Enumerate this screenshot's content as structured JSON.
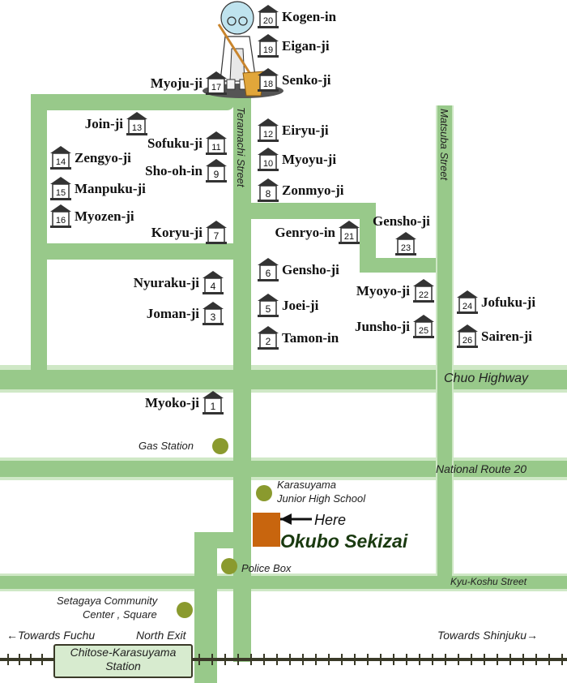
{
  "temples": [
    {
      "num": "20",
      "name": "Kogen-in"
    },
    {
      "num": "19",
      "name": "Eigan-ji"
    },
    {
      "num": "18",
      "name": "Senko-ji"
    },
    {
      "num": "17",
      "name": "Myoju-ji"
    },
    {
      "num": "13",
      "name": "Join-ji"
    },
    {
      "num": "11",
      "name": "Sofuku-ji"
    },
    {
      "num": "14",
      "name": "Zengyo-ji"
    },
    {
      "num": "9",
      "name": "Sho-oh-in"
    },
    {
      "num": "15",
      "name": "Manpuku-ji"
    },
    {
      "num": "16",
      "name": "Myozen-ji"
    },
    {
      "num": "7",
      "name": "Koryu-ji"
    },
    {
      "num": "12",
      "name": "Eiryu-ji"
    },
    {
      "num": "10",
      "name": "Myoyu-ji"
    },
    {
      "num": "8",
      "name": "Zonmyo-ji"
    },
    {
      "num": "21",
      "name": "Genryo-in"
    },
    {
      "num": "23",
      "name": "Gensho-ji"
    },
    {
      "num": "6",
      "name": "Gensho-ji"
    },
    {
      "num": "5",
      "name": "Joei-ji"
    },
    {
      "num": "2",
      "name": "Tamon-in"
    },
    {
      "num": "22",
      "name": "Myoyo-ji"
    },
    {
      "num": "25",
      "name": "Junsho-ji"
    },
    {
      "num": "24",
      "name": "Jofuku-ji"
    },
    {
      "num": "26",
      "name": "Sairen-ji"
    },
    {
      "num": "4",
      "name": "Nyuraku-ji"
    },
    {
      "num": "3",
      "name": "Joman-ji"
    },
    {
      "num": "1",
      "name": "Myoko-ji"
    }
  ],
  "streets": {
    "teramachi": "Teramachi Street",
    "matsuba": "Matsuba Street",
    "chuo": "Chuo Highway",
    "route20": "National Route 20",
    "kyukoshu": "Kyu-Koshu Street"
  },
  "pois": {
    "gas_station": "Gas Station",
    "school_line1": "Karasuyama",
    "school_line2": "Junior High School",
    "police_box": "Police Box",
    "community_line1": "Setagaya Community",
    "community_line2": "Center , Square"
  },
  "here": {
    "label": "Here",
    "shop": "Okubo Sekizai"
  },
  "station": {
    "line1": "Chitose-Karasuyama",
    "line2": "Station",
    "exit": "North Exit"
  },
  "directions": {
    "left": "←Towards Fuchu",
    "right": "Towards Shinjuku→"
  },
  "colors": {
    "road": "#98c98a",
    "here_marker": "#c8650e",
    "poi": "#8a9a2e"
  }
}
